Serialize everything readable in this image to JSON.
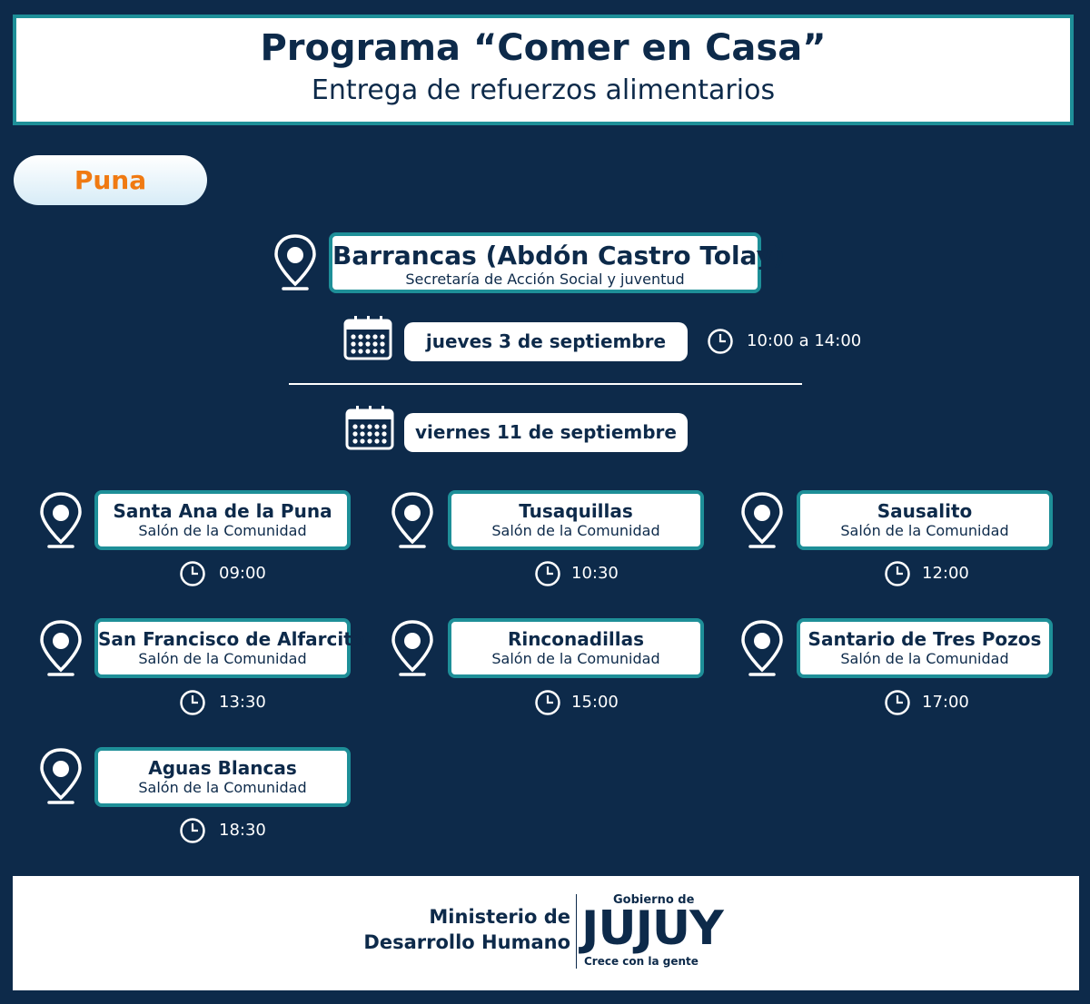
{
  "header": {
    "title": "Programa “Comer en Casa”",
    "subtitle": "Entrega de refuerzos alimentarios"
  },
  "region": "Puna",
  "main_location": {
    "name": "Barrancas (Abdón Castro Tolay)",
    "place": "Secretaría de Acción Social y juventud",
    "date": "jueves 3 de septiembre",
    "time": "10:00 a 14:00"
  },
  "second_date": "viernes 11 de septiembre",
  "locations": [
    {
      "name": "Santa Ana de la Puna",
      "place": "Salón de la Comunidad",
      "time": "09:00"
    },
    {
      "name": "Tusaquillas",
      "place": "Salón de la Comunidad",
      "time": "10:30"
    },
    {
      "name": "Sausalito",
      "place": "Salón de la Comunidad",
      "time": "12:00"
    },
    {
      "name": "San Francisco de Alfarcito",
      "place": "Salón de la Comunidad",
      "time": "13:30"
    },
    {
      "name": "Rinconadillas",
      "place": "Salón de la Comunidad",
      "time": "15:00"
    },
    {
      "name": "Santario de Tres Pozos",
      "place": "Salón de la Comunidad",
      "time": "17:00"
    },
    {
      "name": "Aguas Blancas",
      "place": "Salón de la Comunidad",
      "time": "18:30"
    }
  ],
  "footer": {
    "ministry_line1": "Ministerio de",
    "ministry_line2": "Desarrollo Humano",
    "gobierno": "Gobierno de",
    "jujuy": "JUJUY",
    "slogan": "Crece con la gente"
  },
  "colors": {
    "background": "#0d2a4a",
    "accent_border": "#1e8f98",
    "region_text": "#f07a12"
  }
}
